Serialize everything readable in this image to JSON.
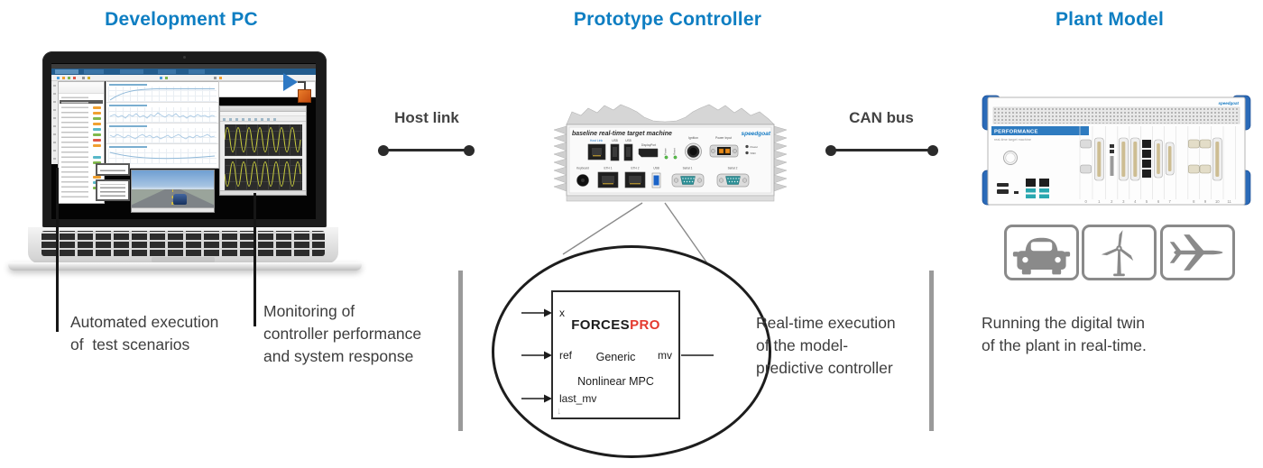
{
  "palette": {
    "title_blue": "#0e7ec2",
    "speedgoat_blue": "#1a7dc4",
    "forces_red": "#e4392e",
    "caption_gray": "#3d3d3d",
    "banner_blue": "#2e7bc0"
  },
  "sections": {
    "left_title": "Development PC",
    "middle_title": "Prototype Controller",
    "right_title": "Plant Model"
  },
  "connectors": {
    "host_link": "Host link",
    "can_bus": "CAN bus"
  },
  "captions": {
    "automated": [
      "Automated execution",
      "of  test scenarios"
    ],
    "monitoring": [
      "Monitoring of",
      "controller performance",
      "and system response"
    ],
    "realtime": [
      "Real-time execution",
      "of the model-",
      "predictive controller"
    ],
    "running": [
      "Running the digital twin",
      "of the plant in real-time."
    ]
  },
  "controller": {
    "header": "baseline real-time target machine",
    "brand": "speedgoat",
    "top_ports": {
      "host_link": "Host Link",
      "usb1": "USB",
      "usb2": "USB",
      "displayport": "DisplayPort",
      "power": "Power",
      "reset": "Reset",
      "ignition": "Ignition",
      "power_input": "Power Input"
    },
    "leds": {
      "power": "Power",
      "ssd": "SSD"
    },
    "bottom_ports": {
      "keyboard": "Keyboard",
      "eth1": "ETH 1",
      "eth2": "ETH 2",
      "usb": "USB",
      "serial1": "Serial 1",
      "serial2": "Serial 2"
    }
  },
  "plant": {
    "brand": "speedgoat",
    "banner": "PERFORMANCE",
    "subtitle": "real-time target machine",
    "slots": [
      "0",
      "1",
      "2",
      "3",
      "4",
      "5",
      "6",
      "7",
      "8",
      "9",
      "10",
      "11"
    ],
    "icons": [
      "car",
      "wind-turbine",
      "airplane"
    ]
  },
  "mpc": {
    "brand_black": "FORCES",
    "brand_red": "PRO",
    "inputs": [
      "x",
      "ref",
      "last_mv"
    ],
    "output": "mv",
    "label_mid": "Generic",
    "label_bottom": "Nonlinear MPC",
    "collapse_arrow": "↓"
  }
}
